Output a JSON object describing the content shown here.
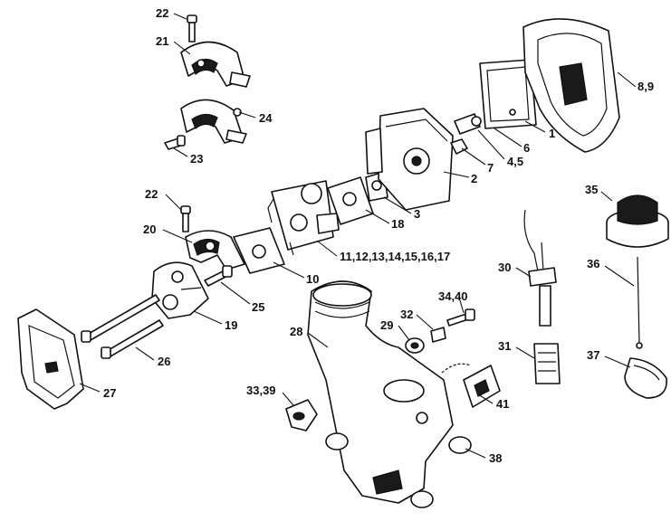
{
  "callouts": {
    "c22a": "22",
    "c21": "21",
    "c24": "24",
    "c23": "23",
    "c22b": "22",
    "c20": "20",
    "c25": "25",
    "c19": "19",
    "c26": "26",
    "c27": "27",
    "c10": "10",
    "c11_17": "11,12,13,14,15,16,17",
    "c18": "18",
    "c3": "3",
    "c2": "2",
    "c7": "7",
    "c45": "4,5",
    "c6": "6",
    "c1": "1",
    "c89": "8,9",
    "c35": "35",
    "c36": "36",
    "c37": "37",
    "c30": "30",
    "c31": "31",
    "c28": "28",
    "c3440": "34,40",
    "c32": "32",
    "c29": "29",
    "c41": "41",
    "c3339": "33,39",
    "c38": "38"
  }
}
